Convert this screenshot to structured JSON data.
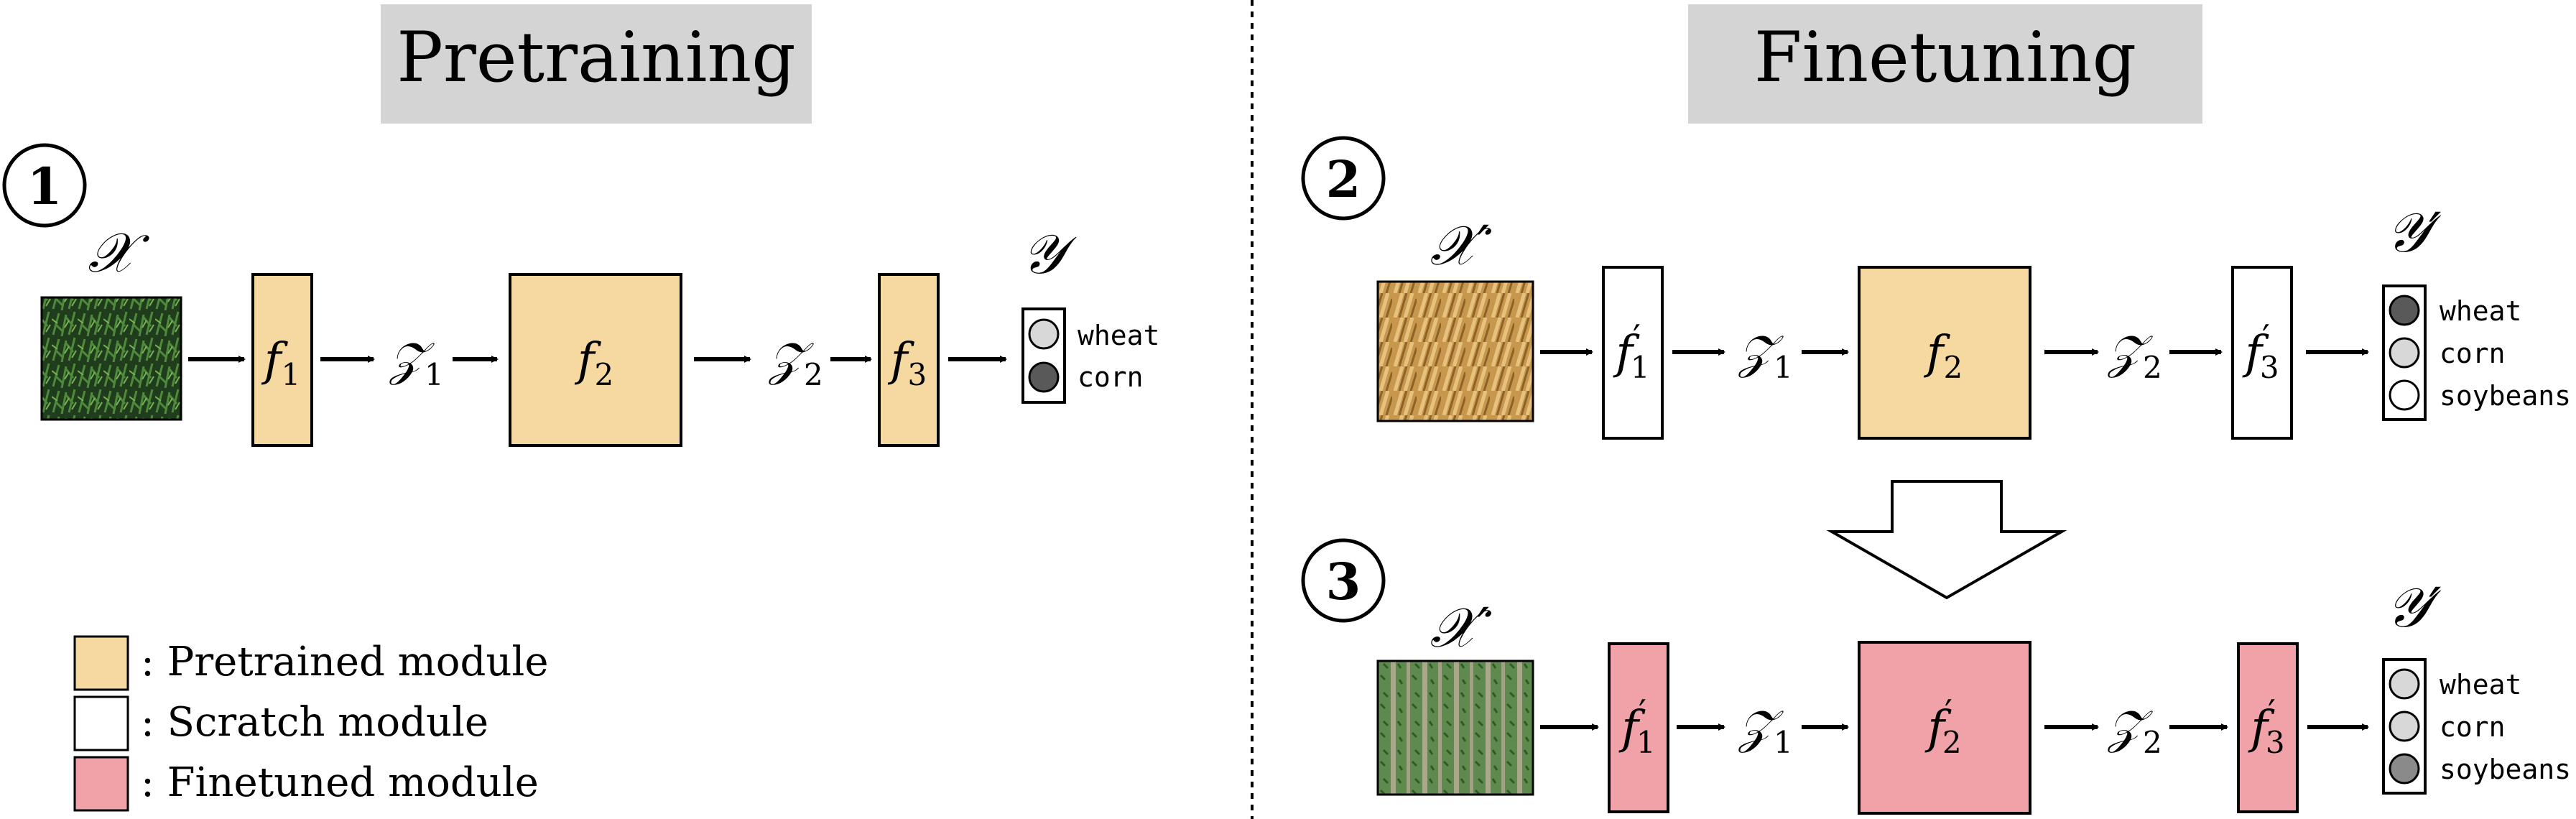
{
  "colors": {
    "pretrained": "#F5D9A0",
    "scratch": "#FFFFFF",
    "finetuned": "#F0A2A8",
    "header_bg": "#D4D4D4",
    "circle_light": "#D8D8D8",
    "circle_dark": "#595959"
  },
  "pretraining": {
    "header": "Pretraining",
    "step": "1",
    "input": "𝒳",
    "modules": [
      "f",
      "f",
      "f"
    ],
    "module_subs": [
      "1",
      "2",
      "3"
    ],
    "latents": [
      "𝒵",
      "𝒵"
    ],
    "latent_subs": [
      "1",
      "2"
    ],
    "output": "𝒴",
    "labels": [
      "wheat",
      "corn"
    ]
  },
  "finetuning": {
    "header": "Finetuning",
    "row_top": {
      "step": "2",
      "input": "𝒳′",
      "modules": [
        "f",
        "f",
        "f"
      ],
      "module_subs": [
        "1",
        "2",
        "3"
      ],
      "module_primes": [
        "′",
        "",
        "′"
      ],
      "latents": [
        "𝒵",
        "𝒵"
      ],
      "latent_subs": [
        "1",
        "2"
      ],
      "output": "𝒴′",
      "labels": [
        "wheat",
        "corn",
        "soybeans"
      ]
    },
    "row_bottom": {
      "step": "3",
      "input": "𝒳′",
      "modules": [
        "f",
        "f",
        "f"
      ],
      "module_subs": [
        "1",
        "2",
        "3"
      ],
      "module_primes": [
        "′",
        "′",
        "′"
      ],
      "latents": [
        "𝒵",
        "𝒵"
      ],
      "latent_subs": [
        "1",
        "2"
      ],
      "output": "𝒴′",
      "labels": [
        "wheat",
        "corn",
        "soybeans"
      ]
    }
  },
  "legend": {
    "items": [
      ": Pretrained module",
      ": Scratch module",
      ": Finetuned module"
    ]
  }
}
